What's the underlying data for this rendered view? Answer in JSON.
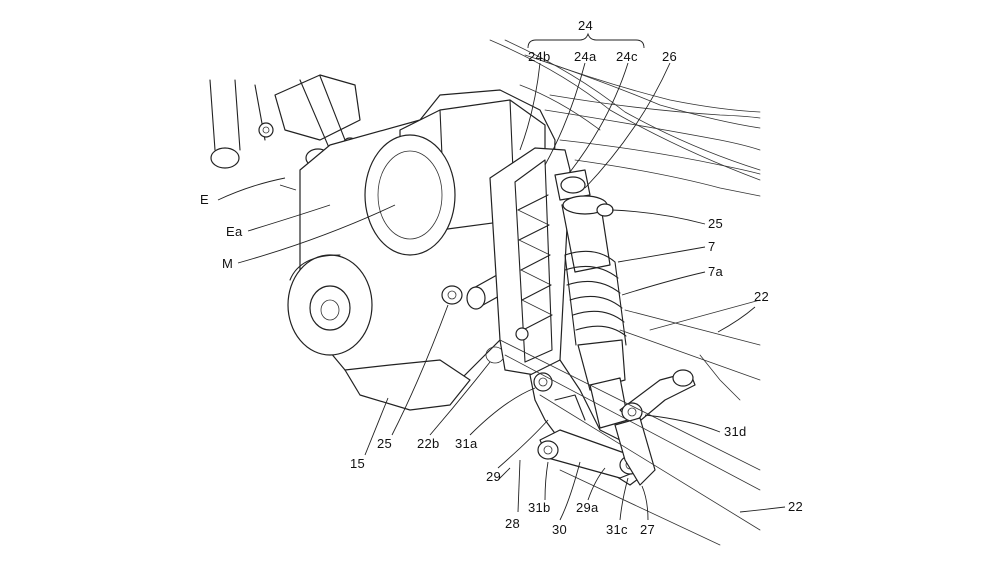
{
  "labels": {
    "l_24": "24",
    "l_24b": "24b",
    "l_24a": "24a",
    "l_24c": "24c",
    "l_26": "26",
    "l_E": "E",
    "l_Ea": "Ea",
    "l_M": "M",
    "l_25_right": "25",
    "l_7": "7",
    "l_7a": "7a",
    "l_22_top": "22",
    "l_31d": "31d",
    "l_15": "15",
    "l_25_bottom": "25",
    "l_22b": "22b",
    "l_31a": "31a",
    "l_29": "29",
    "l_28": "28",
    "l_31b": "31b",
    "l_30": "30",
    "l_29a": "29a",
    "l_31c": "31c",
    "l_27": "27",
    "l_22_bottom": "22"
  }
}
